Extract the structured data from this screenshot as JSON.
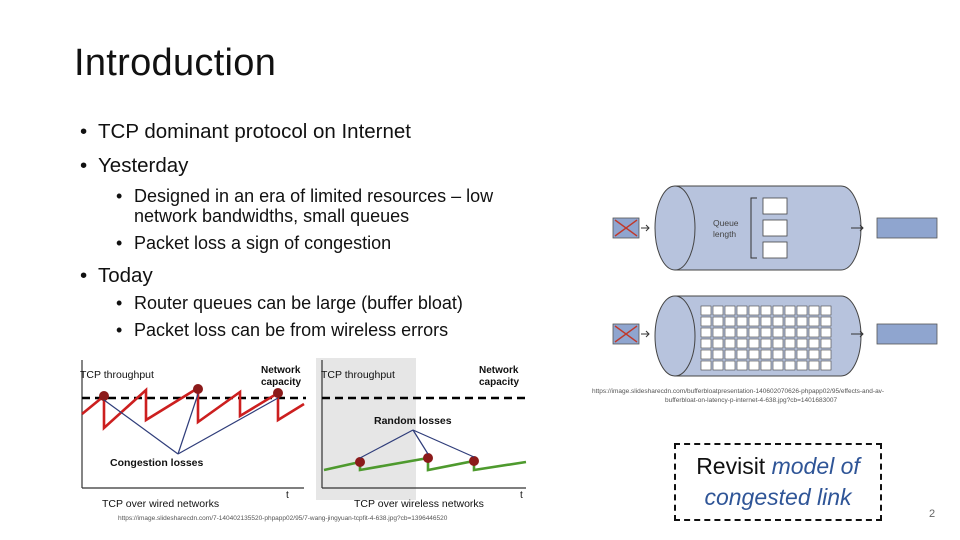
{
  "slide": {
    "title": "Introduction",
    "bullets": [
      "TCP dominant protocol on Internet",
      "Yesterday"
    ],
    "yesterday_sub": [
      "Designed in an era of limited resources – low",
      "network bandwidths, small queues",
      "Packet loss a sign of congestion"
    ],
    "today": "Today",
    "today_sub": [
      "Router queues can be large (buffer bloat)",
      "Packet loss can be from wireless errors"
    ],
    "page_number": "2"
  },
  "figure_left": {
    "wired": {
      "ylabel": "TCP throughput",
      "capacity_label": [
        "Network",
        "capacity"
      ],
      "annotation": "Congestion losses",
      "xlabel": "t",
      "caption": "TCP over wired networks"
    },
    "wireless": {
      "ylabel": "TCP throughput",
      "capacity_label": [
        "Network",
        "capacity"
      ],
      "annotation": "Random losses",
      "xlabel": "t",
      "caption": "TCP over wireless networks"
    },
    "source_url": "https://image.slidesharecdn.com/7-140402135520-phpapp02/95/7-wang-jingyuan-tcpfit-4-638.jpg?cb=1396446520"
  },
  "figure_right": {
    "queue_label": [
      "Queue",
      "length"
    ],
    "source_url_lines": [
      "https://image.slidesharecdn.com/bufferbloatpresentation-140602070626-phpapp02/95/effects-and-av-",
      "bufferbloat-on-latency-p-internet-4-638.jpg?cb=1401683007"
    ]
  },
  "callout": {
    "prefix": "Revisit ",
    "emph1": "model of",
    "emph2": "congested link"
  },
  "colors": {
    "title_text": "#111111",
    "emphasis_blue": "#2f5597",
    "capacity_dashed": "#000000",
    "wired_line": "#cc1f1f",
    "wireless_line": "#4e9a2e",
    "loss_marker": "#8b1a1a",
    "pipe_fill": "#b7c3dd",
    "packet_fill": "#8fa5cf"
  }
}
